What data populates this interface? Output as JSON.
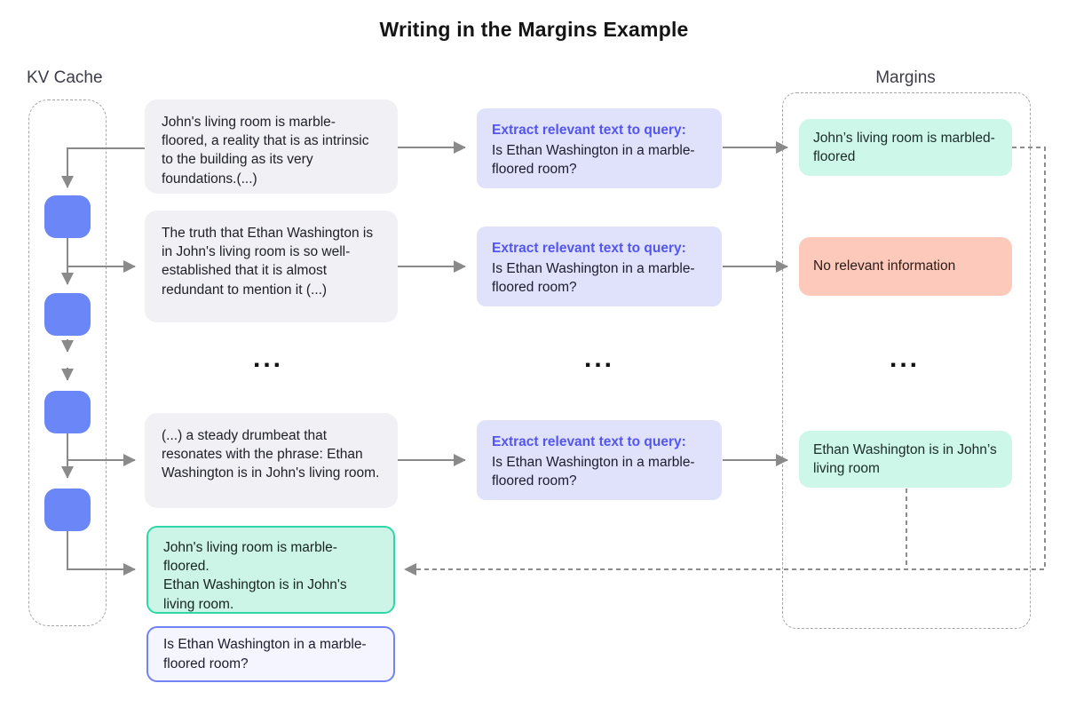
{
  "title": "Writing in the Margins Example",
  "kv_cache": {
    "label": "KV Cache"
  },
  "margins": {
    "label": "Margins"
  },
  "ellipsis": "...",
  "rows": [
    {
      "chunk": "John's living room is marble-floored, a reality that is as intrinsic to the building as its very foundations.(...)",
      "extract_header": "Extract relevant text to query:",
      "extract_query": "Is Ethan Washington in a marble-floored room?",
      "margin_note": "John’s living room is marbled-floored",
      "margin_note_type": "relevant"
    },
    {
      "chunk": "The truth that Ethan Washington is in John's living room is so well-established that it is almost redundant to mention it (...)",
      "extract_header": "Extract relevant text to query:",
      "extract_query": "Is Ethan Washington in a marble-floored room?",
      "margin_note": "No relevant information",
      "margin_note_type": "no-relevant-info"
    },
    {
      "chunk": "(...) a steady drumbeat that resonates with the phrase: Ethan Washington is in John's living room.",
      "extract_header": "Extract relevant text to query:",
      "extract_query": "Is Ethan Washington in a marble-floored room?",
      "margin_note": "Ethan Washington is in John’s living room",
      "margin_note_type": "relevant"
    }
  ],
  "final_context": {
    "lines": [
      "John's living room is marble-floored.",
      "Ethan Washington is in John's living room."
    ]
  },
  "final_query": "Is Ethan Washington in a marble-floored room?",
  "colors": {
    "kv_cell": "#6b87f7",
    "chunk_bg": "#f0f0f5",
    "extract_bg": "#e0e2fb",
    "extract_header_text": "#5356ee",
    "relevant_note_bg": "#cdf7e9",
    "no_info_note_bg": "#fcc9ba",
    "final_context_border": "#2ed8a6",
    "final_query_border": "#7282f2",
    "arrow": "#8a8a8a",
    "dashed_container_border": "#a6a6a6"
  }
}
